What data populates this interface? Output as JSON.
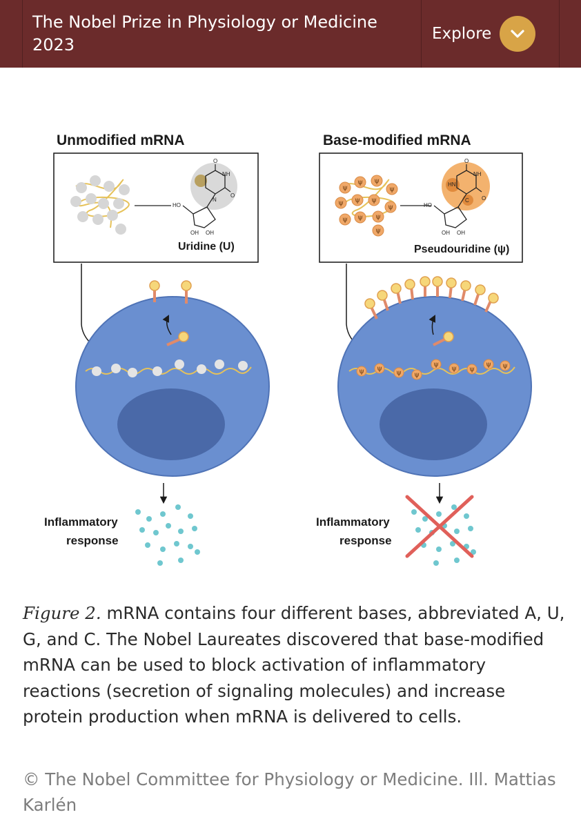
{
  "header": {
    "title": "The Nobel Prize in Physiology or Medicine 2023",
    "explore_label": "Explore",
    "explore_icon": "chevron-down-icon",
    "background": "#6b2b2b",
    "accent": "#d8a447"
  },
  "figure": {
    "left": {
      "heading": "Unmodified mRNA",
      "molecule": "Uridine (U)",
      "response": [
        "Inflammatory",
        "response"
      ],
      "base_color": "#d0d0d0"
    },
    "right": {
      "heading": "Base-modified mRNA",
      "molecule": "Pseudouridine (ψ)",
      "response": [
        "Inflammatory",
        "response"
      ],
      "base_color": "#f0a868",
      "symbol": "ψ"
    },
    "chem_labels": {
      "ho": "HO",
      "oh": "OH",
      "nh": "NH",
      "hn": "HN",
      "n": "N",
      "c": "C",
      "o": "O"
    },
    "colors": {
      "cell": "#6a8fd0",
      "nucleus": "#4a69a8",
      "receptor_head": "#f6d77a",
      "receptor_stem": "#e08a6a",
      "dots": "#6fc7cf",
      "cross": "#e0605a"
    }
  },
  "caption": {
    "figure_label": "Figure 2.",
    "text": " mRNA contains four different bases, abbreviated A, U, G, and C. The Nobel Laureates discovered that base-modified mRNA can be used to block activation of inflammatory reactions (secretion of signaling molecules) and increase protein production when mRNA is delivered to cells."
  },
  "credit": "© The Nobel Committee for Physiology or Medicine. Ill. Mattias Karlén"
}
